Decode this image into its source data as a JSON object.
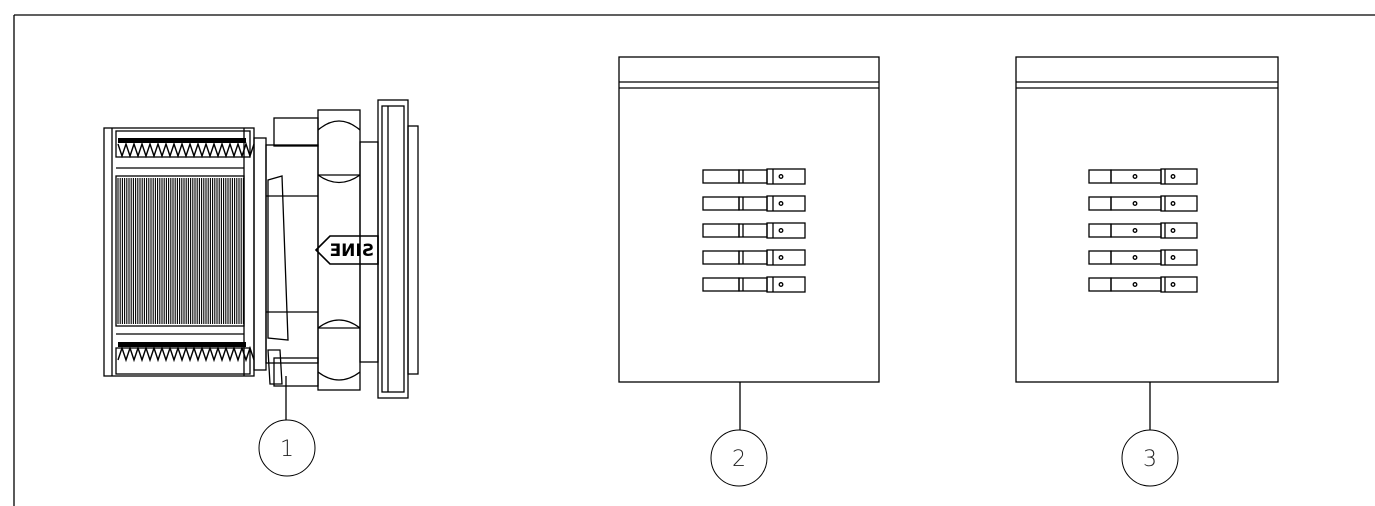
{
  "drawing": {
    "callouts": [
      {
        "number": "1",
        "part": "connector-side-view"
      },
      {
        "number": "2",
        "part": "terminal-bag-2"
      },
      {
        "number": "3",
        "part": "terminal-bag-3"
      }
    ],
    "logo_text": "SINE",
    "bag_2_contact_count": 5,
    "bag_3_contact_count": 5
  }
}
